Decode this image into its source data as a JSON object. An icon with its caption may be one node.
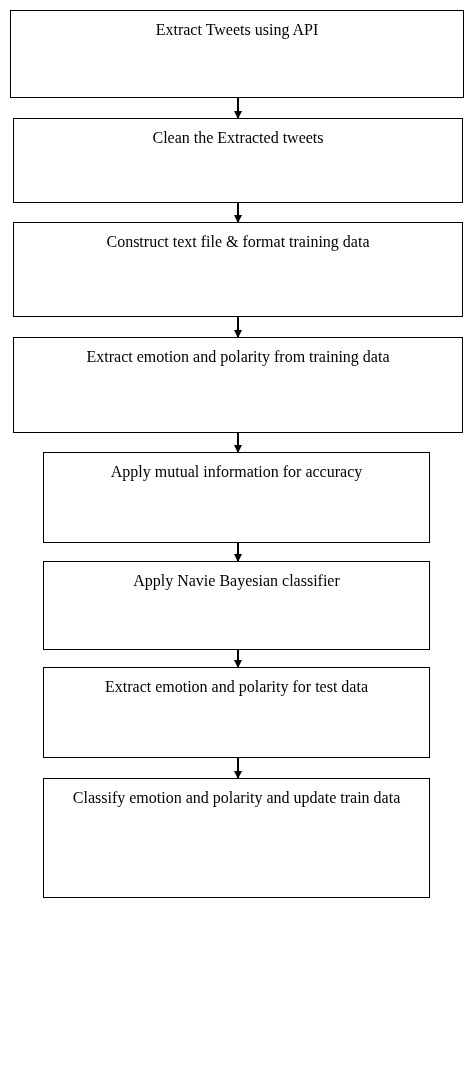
{
  "diagram": {
    "nodes": [
      {
        "text": [
          "Extract Tweets using API"
        ]
      },
      {
        "text": [
          "Clean the Extracted tweets"
        ]
      },
      {
        "text": [
          "Construct text file & format training data"
        ]
      },
      {
        "text": [
          "Extract emotion and polarity from training data"
        ]
      },
      {
        "text": [
          "Apply mutual information for accuracy"
        ]
      },
      {
        "text": [
          "Apply Navie Bayesian classifier"
        ]
      },
      {
        "text": [
          "Extract emotion and polarity for test data"
        ]
      },
      {
        "text": [
          "Classify emotion and polarity and update train data"
        ]
      }
    ],
    "edges": [
      {
        "from": 0,
        "to": 1,
        "arrow": "to"
      },
      {
        "from": 1,
        "to": 2,
        "arrow": "to"
      },
      {
        "from": 2,
        "to": 3,
        "arrow": "to"
      },
      {
        "from": 3,
        "to": 4,
        "arrow": "to"
      },
      {
        "from": 4,
        "to": 5,
        "arrow": "to"
      },
      {
        "from": 5,
        "to": 6,
        "arrow": "to"
      },
      {
        "from": 6,
        "to": 7,
        "arrow": "to"
      }
    ]
  }
}
